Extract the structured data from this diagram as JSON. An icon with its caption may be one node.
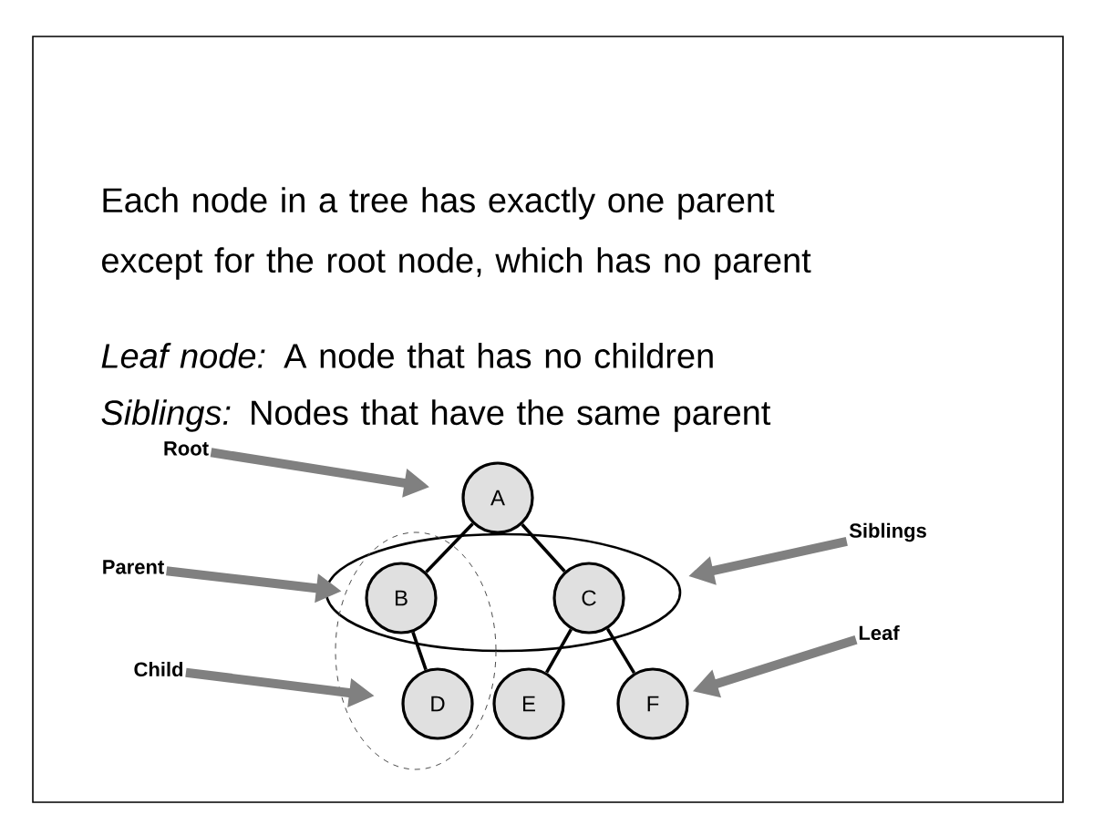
{
  "diagram": {
    "nodes": [
      {
        "text": [
          "Root"
        ]
      },
      {
        "text": [
          "A"
        ]
      },
      {
        "text": [
          "Siblings"
        ]
      },
      {
        "text": [
          "Parent"
        ]
      },
      {
        "text": [
          "B"
        ]
      },
      {
        "text": [
          "C"
        ]
      },
      {
        "text": [
          "Leaf"
        ]
      },
      {
        "text": [
          "Child"
        ]
      },
      {
        "text": [
          "D"
        ]
      },
      {
        "text": [
          "E"
        ]
      },
      {
        "text": [
          "F"
        ]
      }
    ],
    "edges": [
      {
        "from": 1,
        "to": 4,
        "arrow": "none"
      },
      {
        "from": 1,
        "to": 5,
        "arrow": "none"
      },
      {
        "from": 4,
        "to": 8,
        "arrow": "none"
      },
      {
        "from": 5,
        "to": 9,
        "arrow": "none"
      },
      {
        "from": 5,
        "to": 10,
        "arrow": "none"
      },
      {
        "from": 0,
        "to": 1,
        "arrow": "to",
        "style": "thick",
        "color": "#808080"
      },
      {
        "from": 3,
        "to": 4,
        "arrow": "to",
        "style": "thick",
        "color": "#808080"
      },
      {
        "from": 7,
        "to": 8,
        "arrow": "to",
        "style": "thick",
        "color": "#808080"
      },
      {
        "from": 2,
        "to": 5,
        "arrow": "to",
        "style": "thick",
        "color": "#808080"
      },
      {
        "from": 6,
        "to": 10,
        "arrow": "to",
        "style": "thick",
        "color": "#808080"
      }
    ],
    "labels": [
      "Each node in a tree has exactly one parent except for the root node, which has no parent",
      "*Leaf node:* A node that has no children",
      "*Siblings:* Nodes that have the same parent"
    ]
  }
}
